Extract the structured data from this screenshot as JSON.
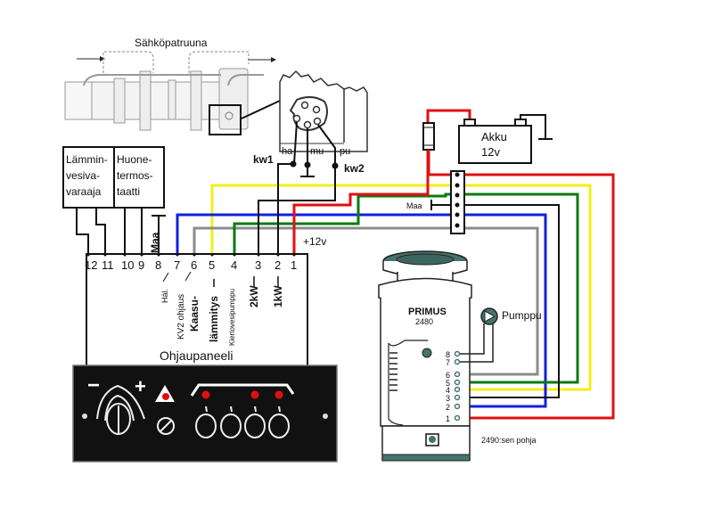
{
  "heater": {
    "title": "Sähköpatruuna",
    "connector_pins": [
      "ha",
      "mu",
      "pu"
    ],
    "switch_labels": [
      "kw1",
      "kw2"
    ]
  },
  "boxes": {
    "water_heater": [
      "Lämmin-",
      "vesiva-",
      "varaaja"
    ],
    "room_thermostat": [
      "Huone-",
      "termos-",
      "taatti"
    ],
    "ground_label": "Maa"
  },
  "terminal_block": {
    "numbers": [
      "12",
      "11",
      "10",
      "9",
      "8",
      "7",
      "6",
      "5",
      "4",
      "3",
      "2",
      "1"
    ],
    "supply_label": "+12v",
    "function_labels": {
      "t7": "Häl.",
      "t6": "KV2 ohjaus",
      "t5a": "Kaasu-",
      "t5b": "lämmitys",
      "t4": "Kiertovesipumppu",
      "t3": "2kW",
      "t2": "1kW"
    }
  },
  "control_panel": {
    "label": "Ohjaupaneeli",
    "minus": "−",
    "plus": "+",
    "led_color": "#e01010",
    "leds_on": [
      true,
      false,
      true,
      true
    ]
  },
  "battery": {
    "label_line1": "Akku",
    "label_line2": "12v"
  },
  "junction": {
    "ground_label": "Maa"
  },
  "boiler": {
    "brand": "PRIMUS",
    "model": "2480",
    "pump_label": "Pumppu",
    "pins": [
      "8",
      "7",
      "6",
      "5",
      "4",
      "3",
      "2",
      "1"
    ],
    "base_label": "2490:sen pohja"
  },
  "wire_colors": {
    "red": "#e01010",
    "yellow": "#f2ee1a",
    "green": "#0a7a10",
    "blue": "#1020e0",
    "gray": "#8c8c8c",
    "black": "#111111"
  }
}
